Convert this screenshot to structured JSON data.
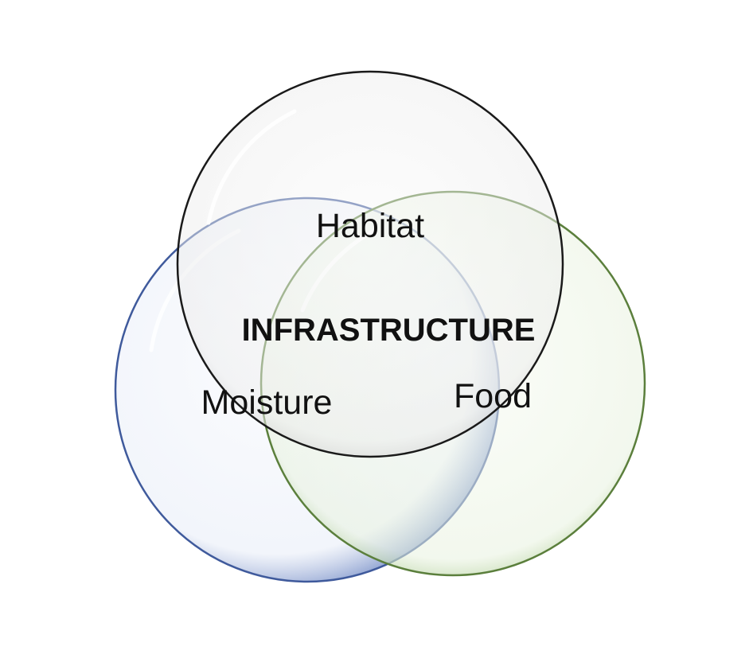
{
  "diagram": {
    "type": "venn",
    "sets": [
      {
        "id": "habitat",
        "label": "Habitat",
        "color": "#d6d6d6",
        "stroke": "#1a1a1a"
      },
      {
        "id": "moisture",
        "label": "Moisture",
        "color": "#7f98cc",
        "stroke": "#3f5a9c"
      },
      {
        "id": "food",
        "label": "Food",
        "color": "#9fc27e",
        "stroke": "#5b7f3c"
      }
    ],
    "center_label": "INFRASTRUCTURE"
  }
}
